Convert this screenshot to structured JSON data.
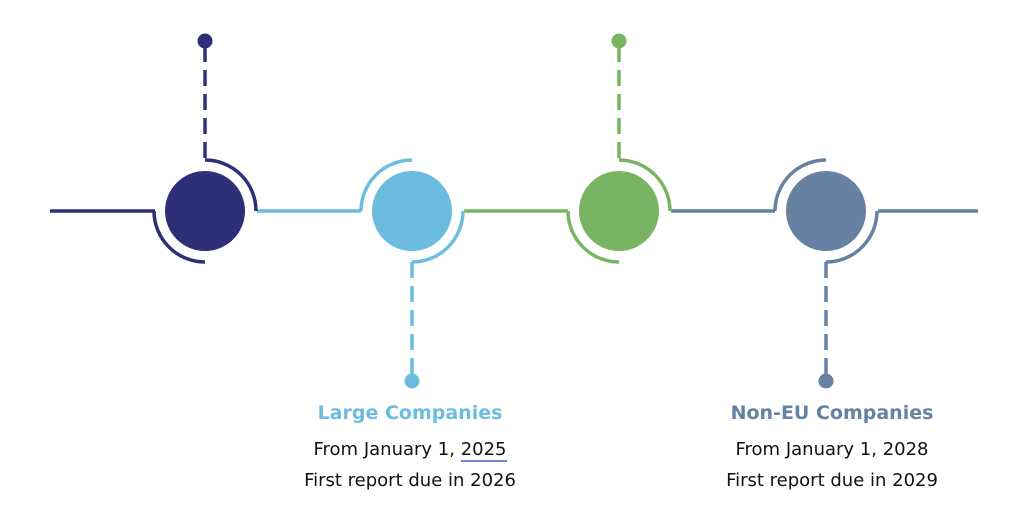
{
  "colors": {
    "dark_blue": "#2b3079",
    "light_blue": "#6bbcdf",
    "green": "#79b463",
    "slate_blue": "#6681a1",
    "link_underline": "#6f86d6"
  },
  "milestones": [
    {
      "color": "#2b3079"
    },
    {
      "color": "#6bbcdf",
      "title": "Large Companies",
      "from_prefix": "From January 1, ",
      "from_year": "2025",
      "report": "First report due in 2026"
    },
    {
      "color": "#79b463"
    },
    {
      "color": "#6681a1",
      "title": "Non-EU Companies",
      "from_prefix": "From January 1, ",
      "from_year": "2028",
      "report": "First report due in 2029"
    }
  ]
}
